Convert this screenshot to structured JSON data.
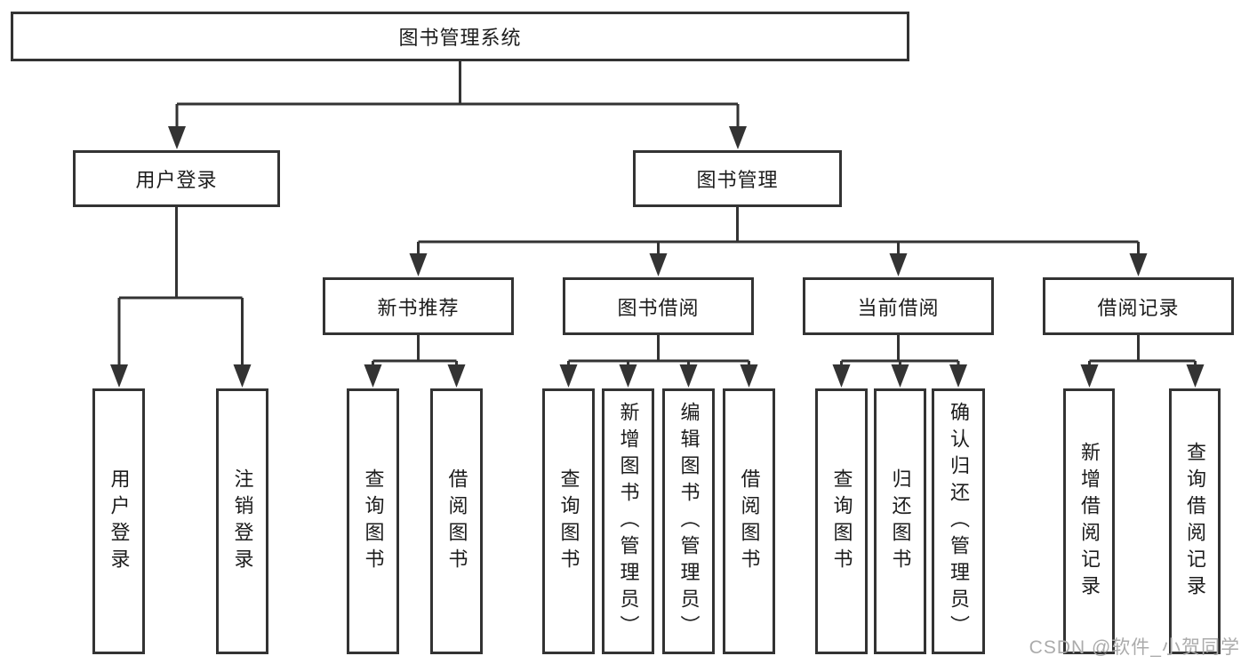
{
  "diagram": {
    "title": "图书管理系统",
    "tree": {
      "label": "图书管理系统",
      "children": [
        {
          "label": "用户登录",
          "children": [
            {
              "label": "用户登录"
            },
            {
              "label": "注销登录"
            }
          ]
        },
        {
          "label": "图书管理",
          "children": [
            {
              "label": "新书推荐",
              "children": [
                {
                  "label": "查询图书"
                },
                {
                  "label": "借阅图书"
                }
              ]
            },
            {
              "label": "图书借阅",
              "children": [
                {
                  "label": "查询图书"
                },
                {
                  "label": "新增图书（管理员）"
                },
                {
                  "label": "编辑图书（管理员）"
                },
                {
                  "label": "借阅图书"
                }
              ]
            },
            {
              "label": "当前借阅",
              "children": [
                {
                  "label": "查询图书"
                },
                {
                  "label": "归还图书"
                },
                {
                  "label": "确认归还（管理员）"
                }
              ]
            },
            {
              "label": "借阅记录",
              "children": [
                {
                  "label": "新增借阅记录"
                },
                {
                  "label": "查询借阅记录"
                }
              ]
            }
          ]
        }
      ]
    },
    "watermark": "CSDN @软件_小贺同学",
    "colors": {
      "line": "#333333",
      "text": "#1c1c1c",
      "box_background": "#ffffff",
      "watermark": "#ababab"
    }
  }
}
